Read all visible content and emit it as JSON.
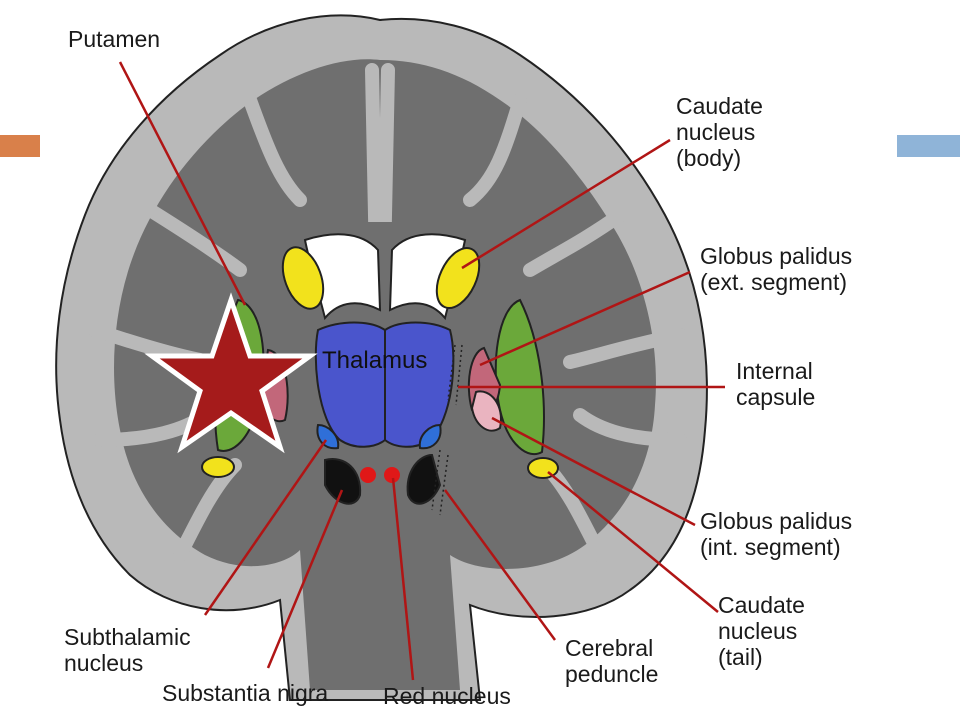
{
  "labels": {
    "putamen": "Putamen",
    "caudate_body": [
      "Caudate",
      "nucleus",
      "(body)"
    ],
    "gp_ext": [
      "Globus palidus",
      "(ext. segment)"
    ],
    "internal_capsule": [
      "Internal",
      "capsule"
    ],
    "gp_int": [
      "Globus palidus",
      "(int. segment)"
    ],
    "caudate_tail": [
      "Caudate",
      "nucleus",
      "(tail)"
    ],
    "cerebral_peduncle": [
      "Cerebral",
      "peduncle"
    ],
    "red_nucleus": "Red nucleus",
    "substantia_nigra": "Substantia nigra",
    "subthalamic": [
      "Subthalamic",
      "nucleus"
    ],
    "thalamus": "Thalamus"
  },
  "colors": {
    "cortex": "#b9b9b9",
    "white_matter": "#6f6f6f",
    "outline": "#222222",
    "thalamus": "#4a55cc",
    "caudate": "#f2e21c",
    "putamen": "#6ba83a",
    "globus_ext": "#c2677a",
    "globus_int": "#eab4c0",
    "nigra": "#111111",
    "red_nucleus": "#e01818",
    "leader": "#b01515",
    "star": "#a51b1b",
    "accent_left": "#d9804a",
    "accent_right": "#8fb4d8"
  },
  "annotations": {
    "marker": "star"
  }
}
